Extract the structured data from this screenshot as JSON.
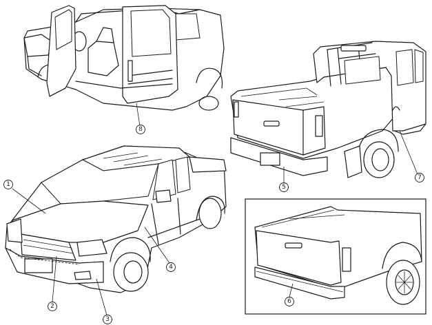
{
  "callouts": [
    {
      "id": "1",
      "label": "1"
    },
    {
      "id": "2",
      "label": "2"
    },
    {
      "id": "3",
      "label": "3"
    },
    {
      "id": "4",
      "label": "4"
    },
    {
      "id": "5",
      "label": "5"
    },
    {
      "id": "6",
      "label": "6"
    },
    {
      "id": "7",
      "label": "7"
    },
    {
      "id": "8",
      "label": "8"
    }
  ],
  "colors": {
    "line": "#1a1a1a",
    "background": "#ffffff"
  }
}
